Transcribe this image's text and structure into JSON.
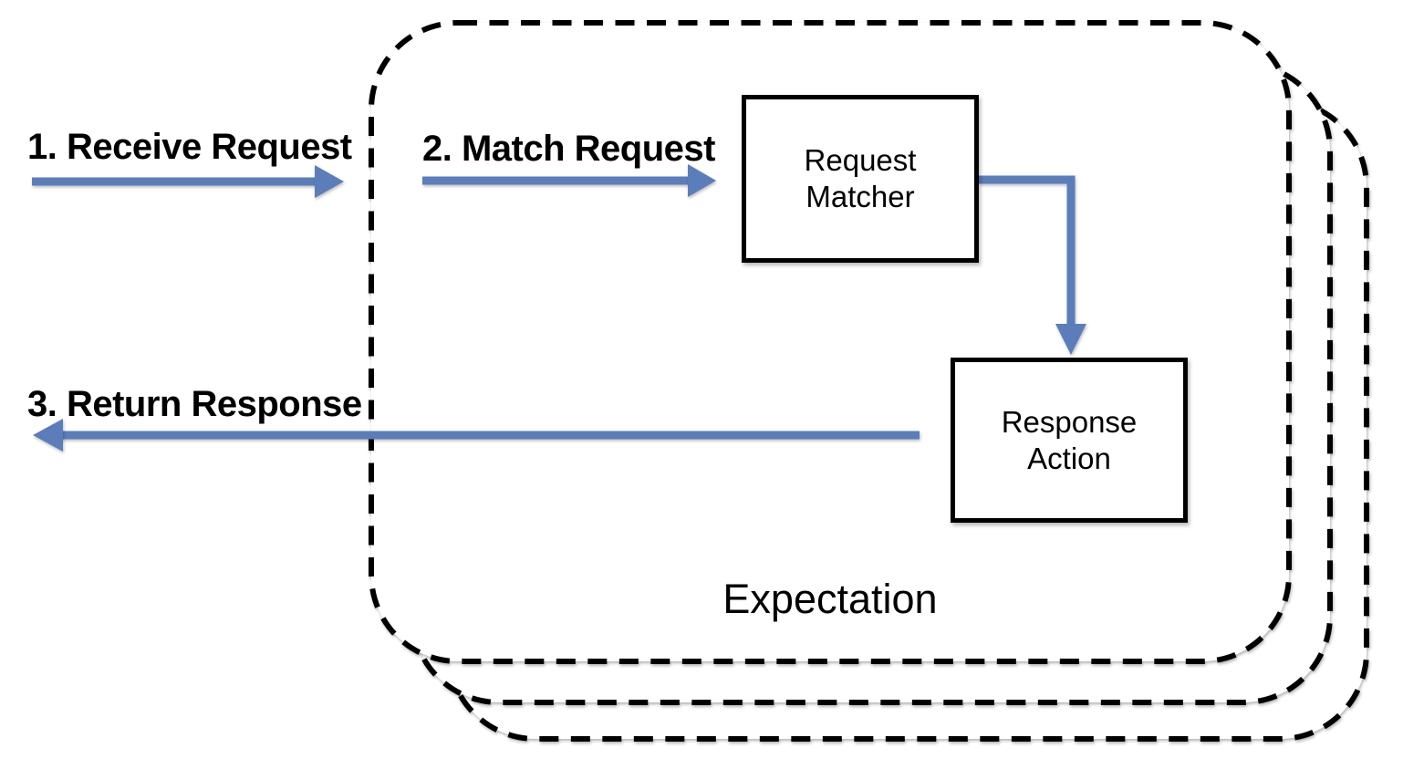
{
  "diagram": {
    "title": "Expectation",
    "steps": {
      "receive_request": "1. Receive Request",
      "match_request": "2. Match Request",
      "return_response": "3. Return Response"
    },
    "nodes": {
      "request_matcher": {
        "line1": "Request",
        "line2": "Matcher"
      },
      "response_action": {
        "line1": "Response",
        "line2": "Action"
      }
    },
    "colors": {
      "arrow_blue": "#5b7eba",
      "outline_black": "#000000",
      "card_fill": "#ffffff"
    }
  }
}
